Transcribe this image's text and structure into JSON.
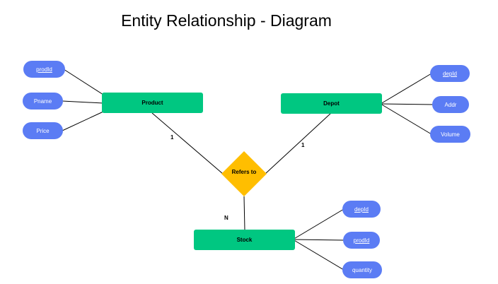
{
  "title": "Entity Relationship - Diagram",
  "colors": {
    "entity": "#00c781",
    "attribute": "#5b7cf4",
    "relationship": "#ffbe00",
    "line": "#000000"
  },
  "entities": {
    "product": "Product",
    "depot": "Depot",
    "stock": "Stock"
  },
  "relationship": {
    "label": "Refers to"
  },
  "attributes": {
    "product": [
      {
        "label": "prodId",
        "key": true
      },
      {
        "label": "Pname",
        "key": false
      },
      {
        "label": "Price",
        "key": false
      }
    ],
    "depot": [
      {
        "label": "depId",
        "key": true
      },
      {
        "label": "Addr",
        "key": false
      },
      {
        "label": "Volume",
        "key": false
      }
    ],
    "stock": [
      {
        "label": "depId",
        "key": true
      },
      {
        "label": "prodId",
        "key": true
      },
      {
        "label": "quantity",
        "key": false
      }
    ]
  },
  "cardinality": {
    "product": "1",
    "depot": "1",
    "stock": "N"
  }
}
